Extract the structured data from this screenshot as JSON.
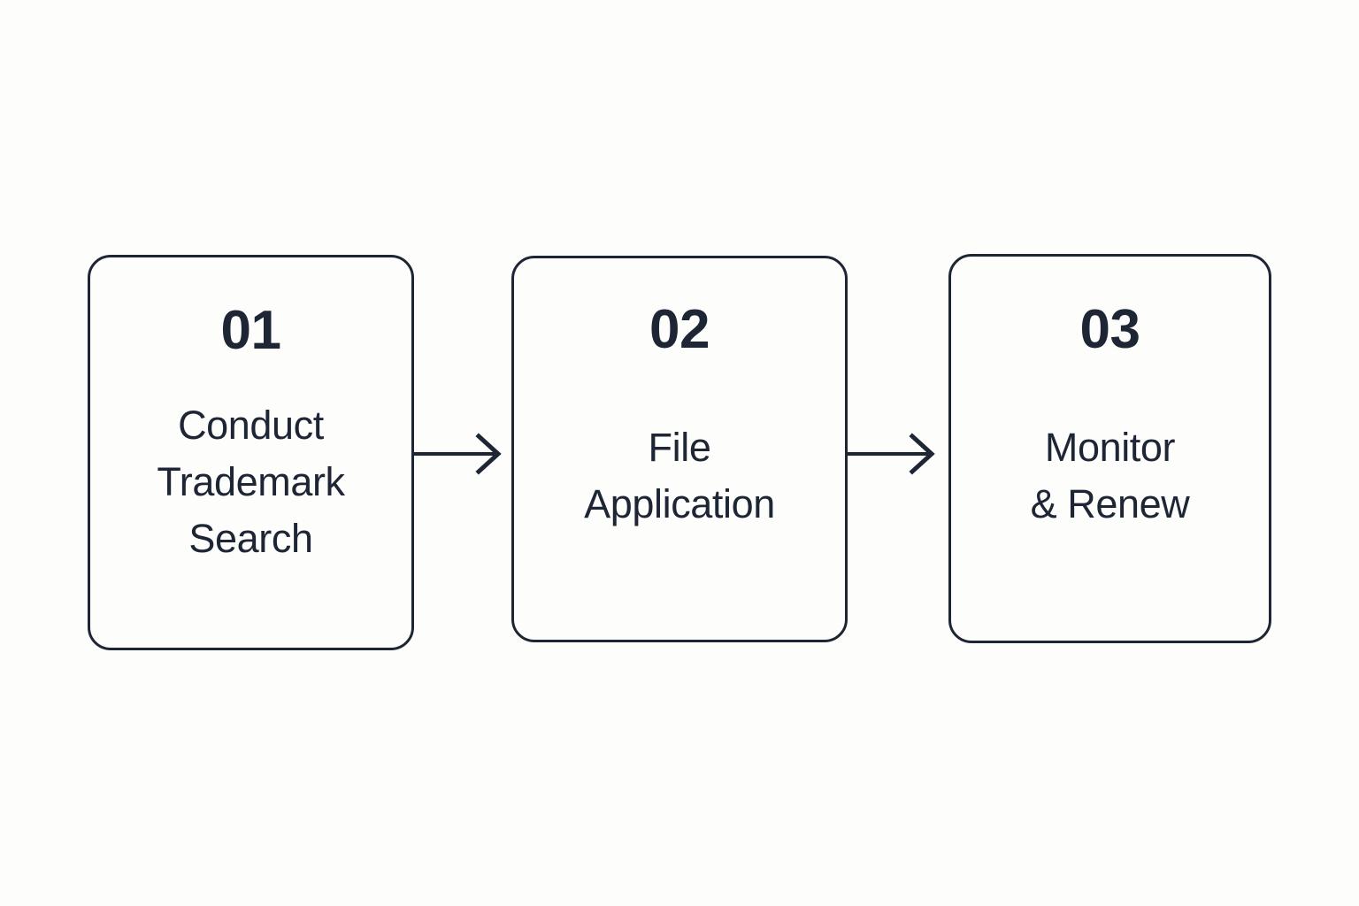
{
  "diagram": {
    "type": "horizontal-process-flow",
    "background_color": "#FDFDFB",
    "accent_color": "#1E2535",
    "steps": [
      {
        "number": "01",
        "label": "Conduct\nTrademark\nSearch"
      },
      {
        "number": "02",
        "label": "File\nApplication"
      },
      {
        "number": "03",
        "label": "Monitor\n& Renew"
      }
    ],
    "connectors": [
      {
        "from": "01",
        "to": "02",
        "icon": "arrow-right-icon"
      },
      {
        "from": "02",
        "to": "03",
        "icon": "arrow-right-icon"
      }
    ]
  }
}
